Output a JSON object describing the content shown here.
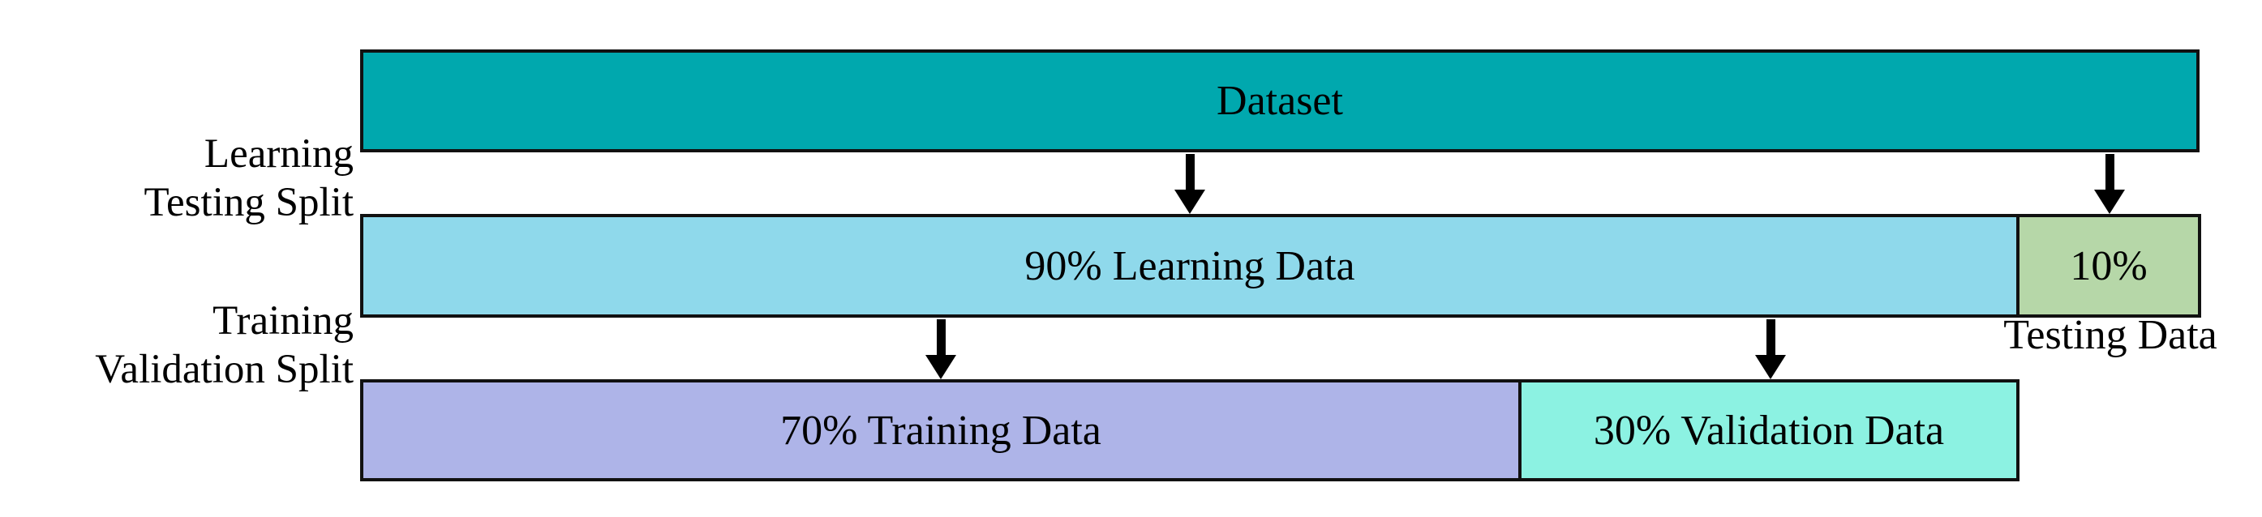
{
  "figure": {
    "background_color": "#ffffff",
    "border_color": "#111111",
    "arrow_color": "#000000"
  },
  "boxes": {
    "dataset": {
      "label": "Dataset",
      "color": "#00a8ae"
    },
    "learning": {
      "label": "90% Learning Data",
      "color": "#8fd9eb"
    },
    "testing": {
      "label": "10%",
      "caption": "Testing Data",
      "color": "#b6d7a8"
    },
    "training": {
      "label": "70% Training Data",
      "color": "#aeb4e8"
    },
    "validation": {
      "label": "30% Validation Data",
      "color": "#8cf2e2"
    }
  },
  "side_labels": {
    "learning_testing": {
      "line1": "Learning",
      "line2": "Testing Split"
    },
    "training_validation": {
      "line1": "Training",
      "line2": "Validation Split"
    }
  },
  "splits": {
    "learning_pct": 90,
    "testing_pct": 10,
    "training_pct": 70,
    "validation_pct": 30
  }
}
